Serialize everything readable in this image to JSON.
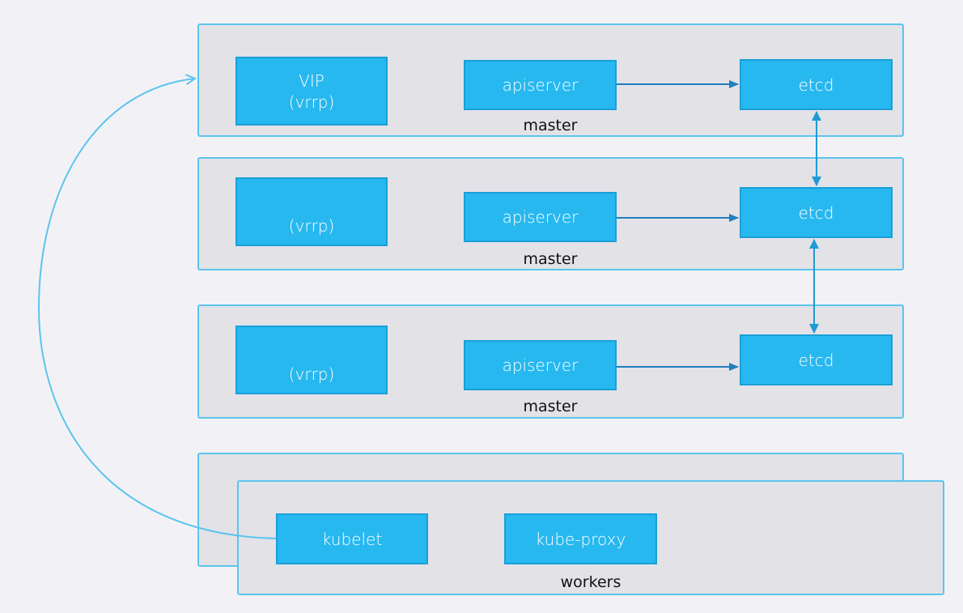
{
  "masters": [
    {
      "vip_label": "VIP",
      "vrrp_label": "(vrrp)",
      "apiserver_label": "apiserver",
      "etcd_label": "etcd",
      "node_label": "master"
    },
    {
      "vip_label": "",
      "vrrp_label": "(vrrp)",
      "apiserver_label": "apiserver",
      "etcd_label": "etcd",
      "node_label": "master"
    },
    {
      "vip_label": "",
      "vrrp_label": "(vrrp)",
      "apiserver_label": "apiserver",
      "etcd_label": "etcd",
      "node_label": "master"
    }
  ],
  "workers": {
    "kubelet_label": "kubelet",
    "kube_proxy_label": "kube-proxy",
    "node_label": "workers"
  },
  "colors": {
    "background": "#f2f2f6",
    "panel_fill": "#e3e2e7",
    "panel_border": "#5cc4ee",
    "component_fill": "#27b8ef",
    "arrow_dark": "#1f7fc0",
    "arrow_light": "#5cc4ee"
  }
}
